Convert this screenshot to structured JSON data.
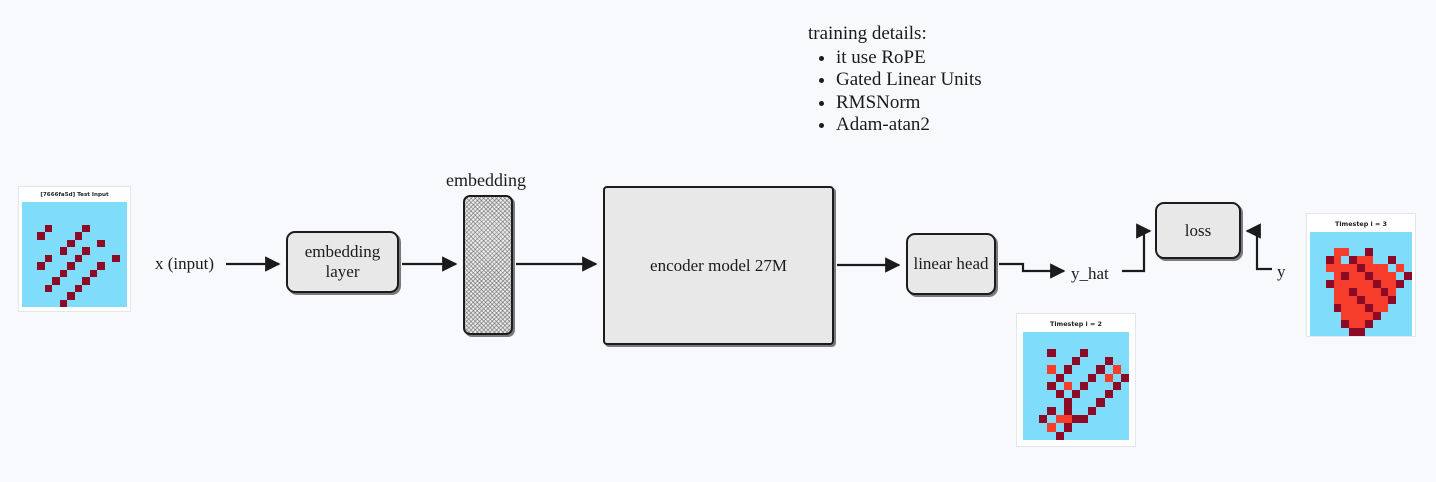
{
  "page": {
    "background_color": "#f8f9fc",
    "text_color": "#1b1b1b"
  },
  "training_details": {
    "title": "training details:",
    "items": [
      "it use RoPE",
      "Gated Linear Units",
      "RMSNorm",
      "Adam-atan2"
    ]
  },
  "flow": {
    "input_label": "x (input)",
    "embedding_layer_label": "embedding layer",
    "embedding_tensor_label": "embedding",
    "encoder_label": "encoder model 27M",
    "linear_head_label": "linear head",
    "y_hat_label": "y_hat",
    "loss_label": "loss",
    "y_label": "y"
  },
  "palette": {
    "grid_background": "#7fdcfa",
    "dark_red": "#8c0a26",
    "bright_red": "#f63c2a",
    "box_fill": "#e8e8e8",
    "box_stroke": "#1c1c1c",
    "card_background": "#ffffff",
    "card_border": "#e3e6ef"
  },
  "grids": [
    {
      "name": "test-input",
      "title": "[7666fa5d] Test Input",
      "cols": 14,
      "rows": 14,
      "legend": {
        "0": "#7fdcfa",
        "1": "#8c0a26",
        "2": "#f63c2a"
      },
      "cells": [
        [
          0,
          0,
          0,
          0,
          0,
          0,
          0,
          0,
          0,
          0,
          0,
          0,
          0,
          0
        ],
        [
          0,
          0,
          0,
          0,
          0,
          0,
          0,
          0,
          0,
          0,
          0,
          0,
          0,
          0
        ],
        [
          0,
          0,
          0,
          0,
          0,
          0,
          0,
          0,
          0,
          0,
          0,
          0,
          0,
          0
        ],
        [
          0,
          0,
          0,
          1,
          0,
          0,
          0,
          0,
          1,
          0,
          0,
          0,
          0,
          0
        ],
        [
          0,
          0,
          1,
          0,
          0,
          0,
          0,
          1,
          0,
          0,
          0,
          0,
          0,
          0
        ],
        [
          0,
          0,
          0,
          0,
          0,
          0,
          1,
          0,
          0,
          0,
          1,
          0,
          0,
          0
        ],
        [
          0,
          0,
          0,
          0,
          0,
          1,
          0,
          0,
          1,
          0,
          0,
          0,
          0,
          0
        ],
        [
          0,
          0,
          0,
          1,
          0,
          0,
          0,
          1,
          0,
          0,
          0,
          0,
          1,
          0
        ],
        [
          0,
          0,
          1,
          0,
          0,
          0,
          1,
          0,
          0,
          0,
          1,
          0,
          0,
          0
        ],
        [
          0,
          0,
          0,
          0,
          0,
          1,
          0,
          0,
          0,
          1,
          0,
          0,
          0,
          0
        ],
        [
          0,
          0,
          0,
          0,
          1,
          0,
          0,
          0,
          1,
          0,
          0,
          0,
          0,
          0
        ],
        [
          0,
          0,
          0,
          1,
          0,
          0,
          0,
          1,
          0,
          0,
          0,
          0,
          0,
          0
        ],
        [
          0,
          0,
          0,
          0,
          0,
          0,
          1,
          0,
          0,
          0,
          0,
          0,
          0,
          0
        ],
        [
          0,
          0,
          0,
          0,
          0,
          1,
          0,
          0,
          0,
          0,
          0,
          0,
          0,
          0
        ]
      ]
    },
    {
      "name": "timestep-2",
      "title": "Timestep i = 2",
      "cols": 13,
      "rows": 13,
      "legend": {
        "0": "#7fdcfa",
        "1": "#8c0a26",
        "2": "#f63c2a"
      },
      "cells": [
        [
          0,
          0,
          0,
          0,
          0,
          0,
          0,
          0,
          0,
          0,
          0,
          0,
          0
        ],
        [
          0,
          0,
          0,
          0,
          0,
          0,
          0,
          0,
          0,
          0,
          0,
          0,
          0
        ],
        [
          0,
          0,
          0,
          1,
          0,
          0,
          0,
          1,
          0,
          0,
          0,
          0,
          0
        ],
        [
          0,
          0,
          0,
          0,
          0,
          0,
          1,
          0,
          0,
          0,
          1,
          0,
          0
        ],
        [
          0,
          0,
          0,
          2,
          0,
          1,
          0,
          0,
          0,
          1,
          0,
          2,
          0
        ],
        [
          0,
          0,
          0,
          0,
          1,
          0,
          0,
          0,
          1,
          0,
          2,
          0,
          1
        ],
        [
          0,
          0,
          0,
          1,
          0,
          2,
          0,
          1,
          0,
          0,
          0,
          1,
          0
        ],
        [
          0,
          0,
          0,
          0,
          1,
          0,
          1,
          0,
          0,
          0,
          1,
          0,
          0
        ],
        [
          0,
          0,
          0,
          0,
          0,
          1,
          0,
          0,
          0,
          1,
          0,
          0,
          0
        ],
        [
          0,
          0,
          0,
          1,
          0,
          1,
          0,
          0,
          1,
          0,
          0,
          0,
          0
        ],
        [
          0,
          0,
          1,
          0,
          2,
          2,
          1,
          1,
          0,
          0,
          0,
          0,
          0
        ],
        [
          0,
          0,
          0,
          2,
          0,
          1,
          0,
          0,
          0,
          0,
          0,
          0,
          0
        ],
        [
          0,
          0,
          0,
          0,
          1,
          0,
          0,
          0,
          0,
          0,
          0,
          0,
          0
        ]
      ]
    },
    {
      "name": "timestep-3",
      "title": "Timestep i = 3",
      "cols": 13,
      "rows": 13,
      "legend": {
        "0": "#7fdcfa",
        "1": "#8c0a26",
        "2": "#f63c2a"
      },
      "cells": [
        [
          0,
          0,
          0,
          0,
          0,
          0,
          0,
          0,
          0,
          0,
          0,
          0,
          0
        ],
        [
          0,
          0,
          0,
          0,
          0,
          0,
          0,
          0,
          0,
          0,
          0,
          0,
          0
        ],
        [
          0,
          0,
          0,
          2,
          2,
          0,
          0,
          1,
          0,
          0,
          0,
          0,
          0
        ],
        [
          0,
          0,
          1,
          2,
          0,
          1,
          2,
          2,
          0,
          0,
          1,
          0,
          0
        ],
        [
          0,
          0,
          2,
          2,
          2,
          2,
          1,
          2,
          2,
          2,
          0,
          2,
          0
        ],
        [
          0,
          0,
          0,
          2,
          1,
          2,
          2,
          1,
          2,
          2,
          2,
          0,
          1
        ],
        [
          0,
          0,
          1,
          2,
          2,
          2,
          2,
          2,
          1,
          2,
          2,
          1,
          0
        ],
        [
          0,
          0,
          0,
          2,
          2,
          1,
          2,
          2,
          2,
          1,
          2,
          0,
          0
        ],
        [
          0,
          0,
          0,
          2,
          2,
          2,
          1,
          2,
          2,
          2,
          1,
          0,
          0
        ],
        [
          0,
          0,
          0,
          1,
          2,
          2,
          2,
          1,
          2,
          2,
          0,
          0,
          0
        ],
        [
          0,
          0,
          0,
          0,
          2,
          2,
          2,
          2,
          1,
          0,
          0,
          0,
          0
        ],
        [
          0,
          0,
          0,
          0,
          1,
          2,
          2,
          1,
          0,
          0,
          0,
          0,
          0
        ],
        [
          0,
          0,
          0,
          0,
          0,
          1,
          1,
          0,
          0,
          0,
          0,
          0,
          0
        ]
      ]
    }
  ]
}
